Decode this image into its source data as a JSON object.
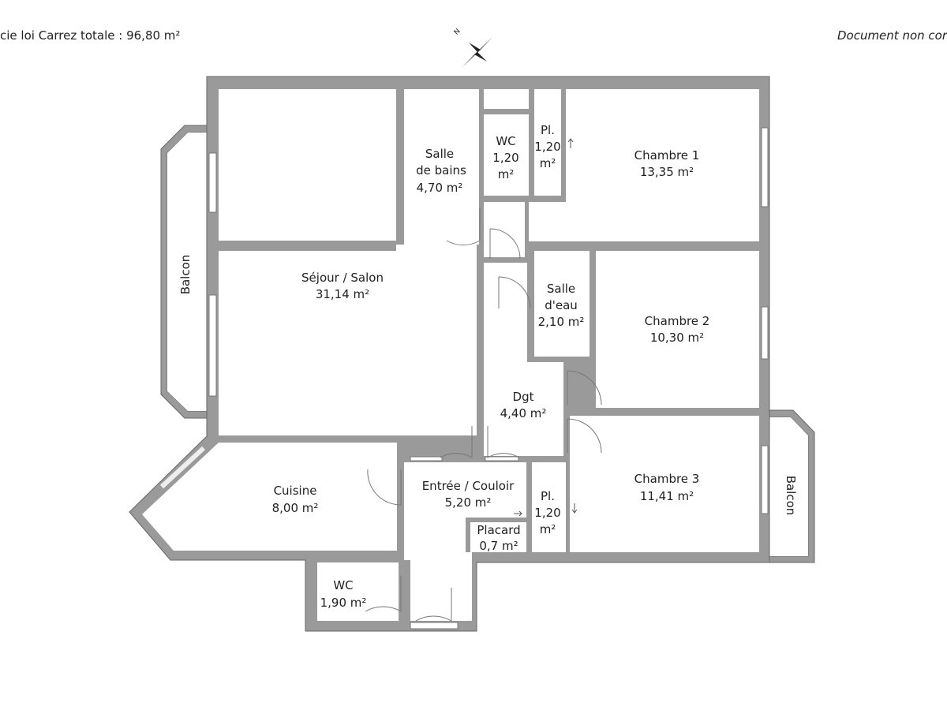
{
  "header": {
    "area_text": "cie loi Carrez totale :  96,80 m²",
    "disclaimer": "Document non cor"
  },
  "compass": {
    "label": "N"
  },
  "rooms": {
    "sejour": {
      "name": "Séjour / Salon",
      "area": "31,14 m²"
    },
    "sdb": {
      "name1": "Salle",
      "name2": "de bains",
      "area": "4,70 m²"
    },
    "wc1": {
      "name": "WC",
      "area1": "1,20",
      "area2": "m²"
    },
    "pl1": {
      "name": "Pl.",
      "area1": "1,20",
      "area2": "m²"
    },
    "ch1": {
      "name": "Chambre 1",
      "area": "13,35 m²"
    },
    "sdeau": {
      "name1": "Salle",
      "name2": "d'eau",
      "area": "2,10 m²"
    },
    "ch2": {
      "name": "Chambre 2",
      "area": "10,30 m²"
    },
    "dgt": {
      "name": "Dgt",
      "area": "4,40 m²"
    },
    "cuisine": {
      "name": "Cuisine",
      "area": "8,00 m²"
    },
    "entree": {
      "name": "Entrée / Couloir",
      "area": "5,20 m²"
    },
    "pl2": {
      "name": "Pl.",
      "area1": "1,20",
      "area2": "m²"
    },
    "placard": {
      "name": "Placard",
      "area": "0,7 m²"
    },
    "ch3": {
      "name": "Chambre 3",
      "area": "11,41 m²"
    },
    "wc2": {
      "name": "WC",
      "area": "1,90 m²"
    },
    "balcon_left": {
      "name": "Balcon"
    },
    "balcon_right": {
      "name": "Balcon"
    }
  }
}
